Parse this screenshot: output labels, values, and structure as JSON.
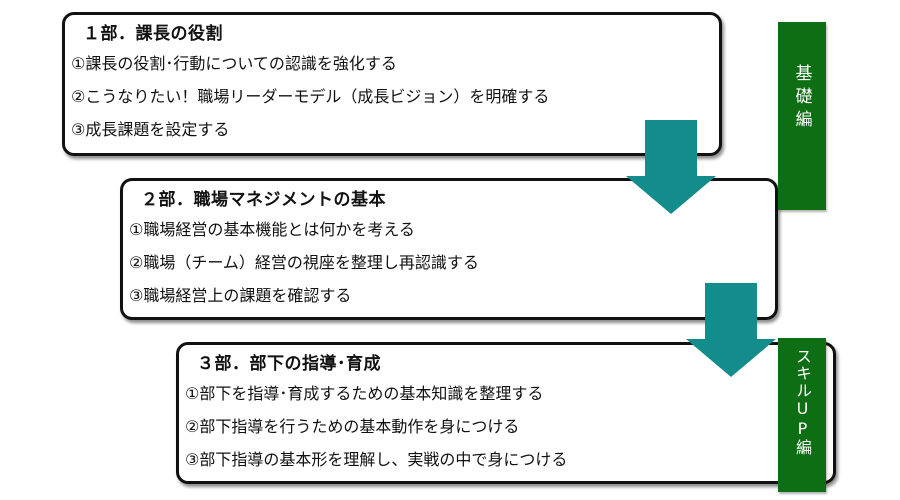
{
  "sections": [
    {
      "title": "１部．課長の役割",
      "items": [
        "①課長の役割･行動についての認識を強化する",
        "②こうなりたい！職場リーダーモデル（成長ビジョン）を明確する",
        "③成長課題を設定する"
      ]
    },
    {
      "title": "２部．職場マネジメントの基本",
      "items": [
        "①職場経営の基本機能とは何かを考える",
        "②職場（チーム）経営の視座を整理し再認識する",
        "③職場経営上の課題を確認する"
      ]
    },
    {
      "title": "３部．部下の指導･育成",
      "items": [
        "①部下を指導･育成するための基本知識を整理する",
        "②部下指導を行うための基本動作を身につける",
        "③部下指導の基本形を理解し、実戦の中で身につける"
      ]
    }
  ],
  "labels": {
    "basic": "基礎編",
    "skill_up": "スキルUP編"
  },
  "colors": {
    "arrow": "#138c8c",
    "label_bg": "#0e6e14",
    "border": "#111111"
  }
}
